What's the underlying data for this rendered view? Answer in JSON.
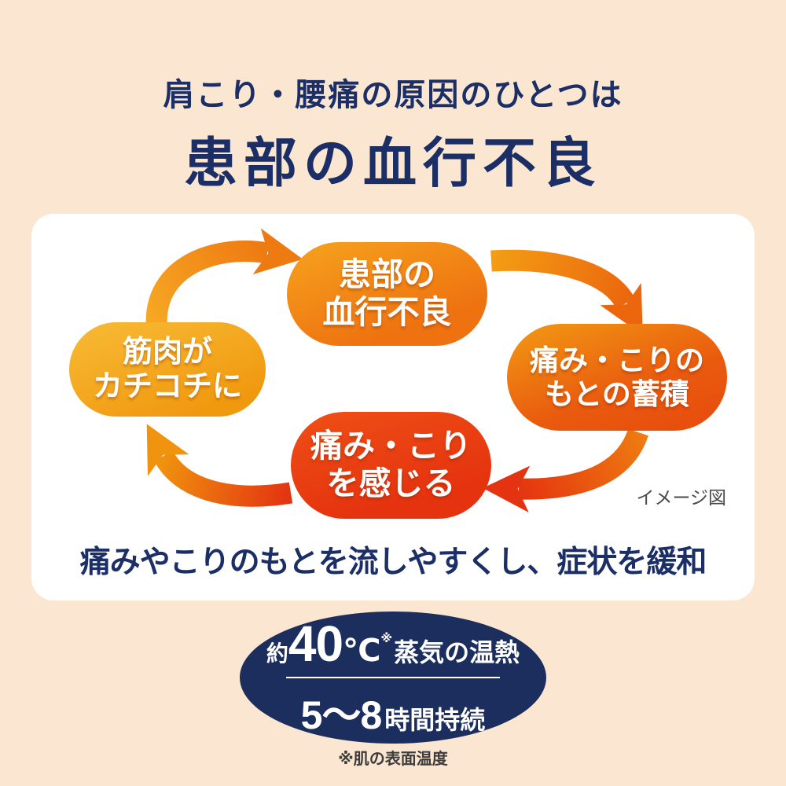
{
  "header": {
    "subtitle": "肩こり・腰痛の原因のひとつは",
    "title": "患部の血行不良"
  },
  "diagram": {
    "pills": [
      {
        "id": "poor-circulation",
        "line1": "患部の",
        "line2": "血行不良"
      },
      {
        "id": "pain-accumulation",
        "line1": "痛み・こりの",
        "line2": "もとの蓄積"
      },
      {
        "id": "feel-pain",
        "line1": "痛み・こり",
        "line2": "を感じる"
      },
      {
        "id": "stiff-muscles",
        "line1": "筋肉が",
        "line2": "カチコチに"
      }
    ],
    "caption": "イメージ図",
    "summary": "痛みやこりのもとを流しやすくし、症状を緩和"
  },
  "badge": {
    "approx": "約",
    "temperature": "40",
    "unit": "℃",
    "asterisk": "※",
    "steam_label": "蒸気の温熱",
    "duration_number": "5～8",
    "duration_label": "時間持続"
  },
  "footnote": "※肌の表面温度",
  "colors": {
    "background": "#fbe7d1",
    "navy_text": "#1b2f66",
    "card": "#ffffff",
    "pill_orange": "#ee7210",
    "pill_orange_red": "#e84a0d",
    "pill_red": "#e5330f",
    "pill_yellow_orange": "#f0980e",
    "badge_navy": "#1c2e5e"
  }
}
